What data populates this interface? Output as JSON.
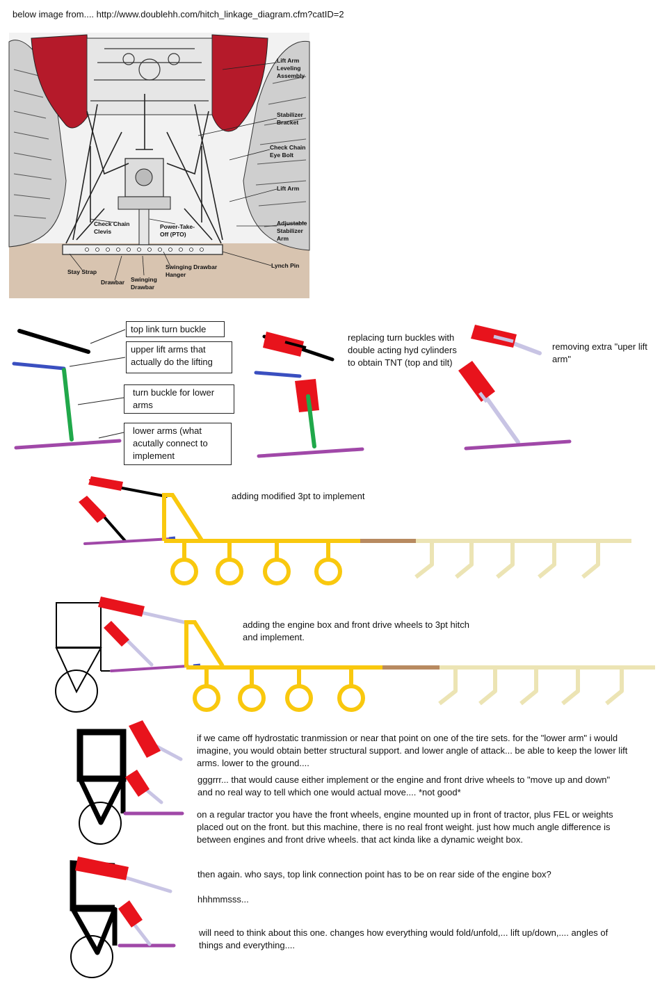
{
  "source_caption": "below image from.... http://www.doublehh.com/hitch_linkage_diagram.cfm?catID=2",
  "photo_labels": {
    "lift_arm_leveling": [
      "Lift Arm",
      "Leveling",
      "Assembly"
    ],
    "stabilizer_bracket": [
      "Stabilizer",
      "Bracket"
    ],
    "check_chain_eye_bolt": [
      "Check Chain",
      "Eye Bolt"
    ],
    "lift_arm": "Lift Arm",
    "adjustable_stabilizer": [
      "Adjustable",
      "Stabilizer",
      "Arm"
    ],
    "lynch_pin": "Lynch Pin",
    "check_chain_clevis": [
      "Check Chain",
      "Clevis"
    ],
    "pto": [
      "Power-Take-",
      "Off (PTO)"
    ],
    "stay_strap": "Stay Strap",
    "drawbar": "Drawbar",
    "swinging_drawbar": [
      "Swinging",
      "Drawbar"
    ],
    "swinging_drawbar_hanger": [
      "Swinging Drawbar",
      "Hanger"
    ]
  },
  "legend": {
    "top_link": "top link turn buckle",
    "upper_lift": "upper lift arms that actually do the lifting",
    "turn_buckle_lower": "turn buckle for lower arms",
    "lower_arms": "lower arms (what acutally connect to implement"
  },
  "notes": {
    "replacing": "replacing turn buckles with double acting hyd cylinders to obtain TNT (top and tilt)",
    "removing": "removing extra \"uper lift arm\"",
    "adding_3pt": "adding modified 3pt to implement",
    "adding_engine": "adding the engine box and front drive wheels to 3pt hitch and implement.",
    "hydrostatic": "if we came off hydrostatic tranmission or near that point on one of the tire sets.  for the \"lower arm\" i would imagine, you would obtain better structural support.  and lower angle of attack... be able to keep the lower lift arms. lower to the ground....",
    "grrr": "gggrrr... that would cause either implement or the engine and front drive wheels to \"move up and down\" and no real way to tell which one would actual move.... *not good*",
    "regular_tractor": "on a regular tractor you have the front wheels, engine mounted up in front of tractor,  plus FEL or weights placed out on the front.  but this machine, there is no real front weight. just how much angle difference is between engines and front drive wheels. that act kinda like a dynamic weight box.",
    "then_again": "then again. who says, top link connection point has to be on rear side of the engine box?",
    "hmm": "hhhmmsss...",
    "think": "will need to think about this one.  changes how everything would fold/unfold,... lift up/down,.... angles of things and everything...."
  },
  "colors": {
    "red": "#e8131c",
    "yellow": "#f9c80e",
    "purple": "#a048a8",
    "blue": "#3a4fc0",
    "green": "#20a84a",
    "lavender": "#c8c4e4",
    "cream": "#ece4b4",
    "brown": "#b88a60",
    "tire_red": "#b51a2a",
    "ground": "#d8c4b0"
  }
}
